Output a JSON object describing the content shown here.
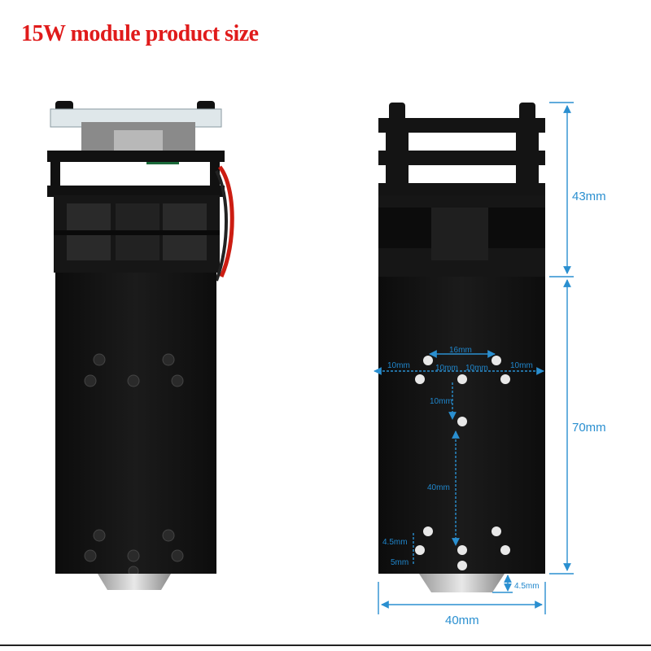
{
  "title": "15W module product size",
  "colors": {
    "title": "#e01b1b",
    "dimension_line": "#2a8fd0",
    "module_body": "#141414"
  },
  "photo_module": {
    "icon": "laser-module-photo"
  },
  "drawing_module": {
    "icon": "laser-module-drawing"
  },
  "dimensions": {
    "height_top": "43mm",
    "height_body": "70mm",
    "width": "40mm",
    "lens_offset": "4.5mm",
    "hole_spacing_16": "16mm",
    "hole_spacing_10_left": "10mm",
    "hole_spacing_10_mid_a": "10mm",
    "hole_spacing_10_mid_b": "10mm",
    "hole_spacing_10_right": "10mm",
    "vertical_10": "10mm",
    "vertical_40": "40mm",
    "vertical_4_5": "4.5mm",
    "vertical_5": "5mm"
  }
}
